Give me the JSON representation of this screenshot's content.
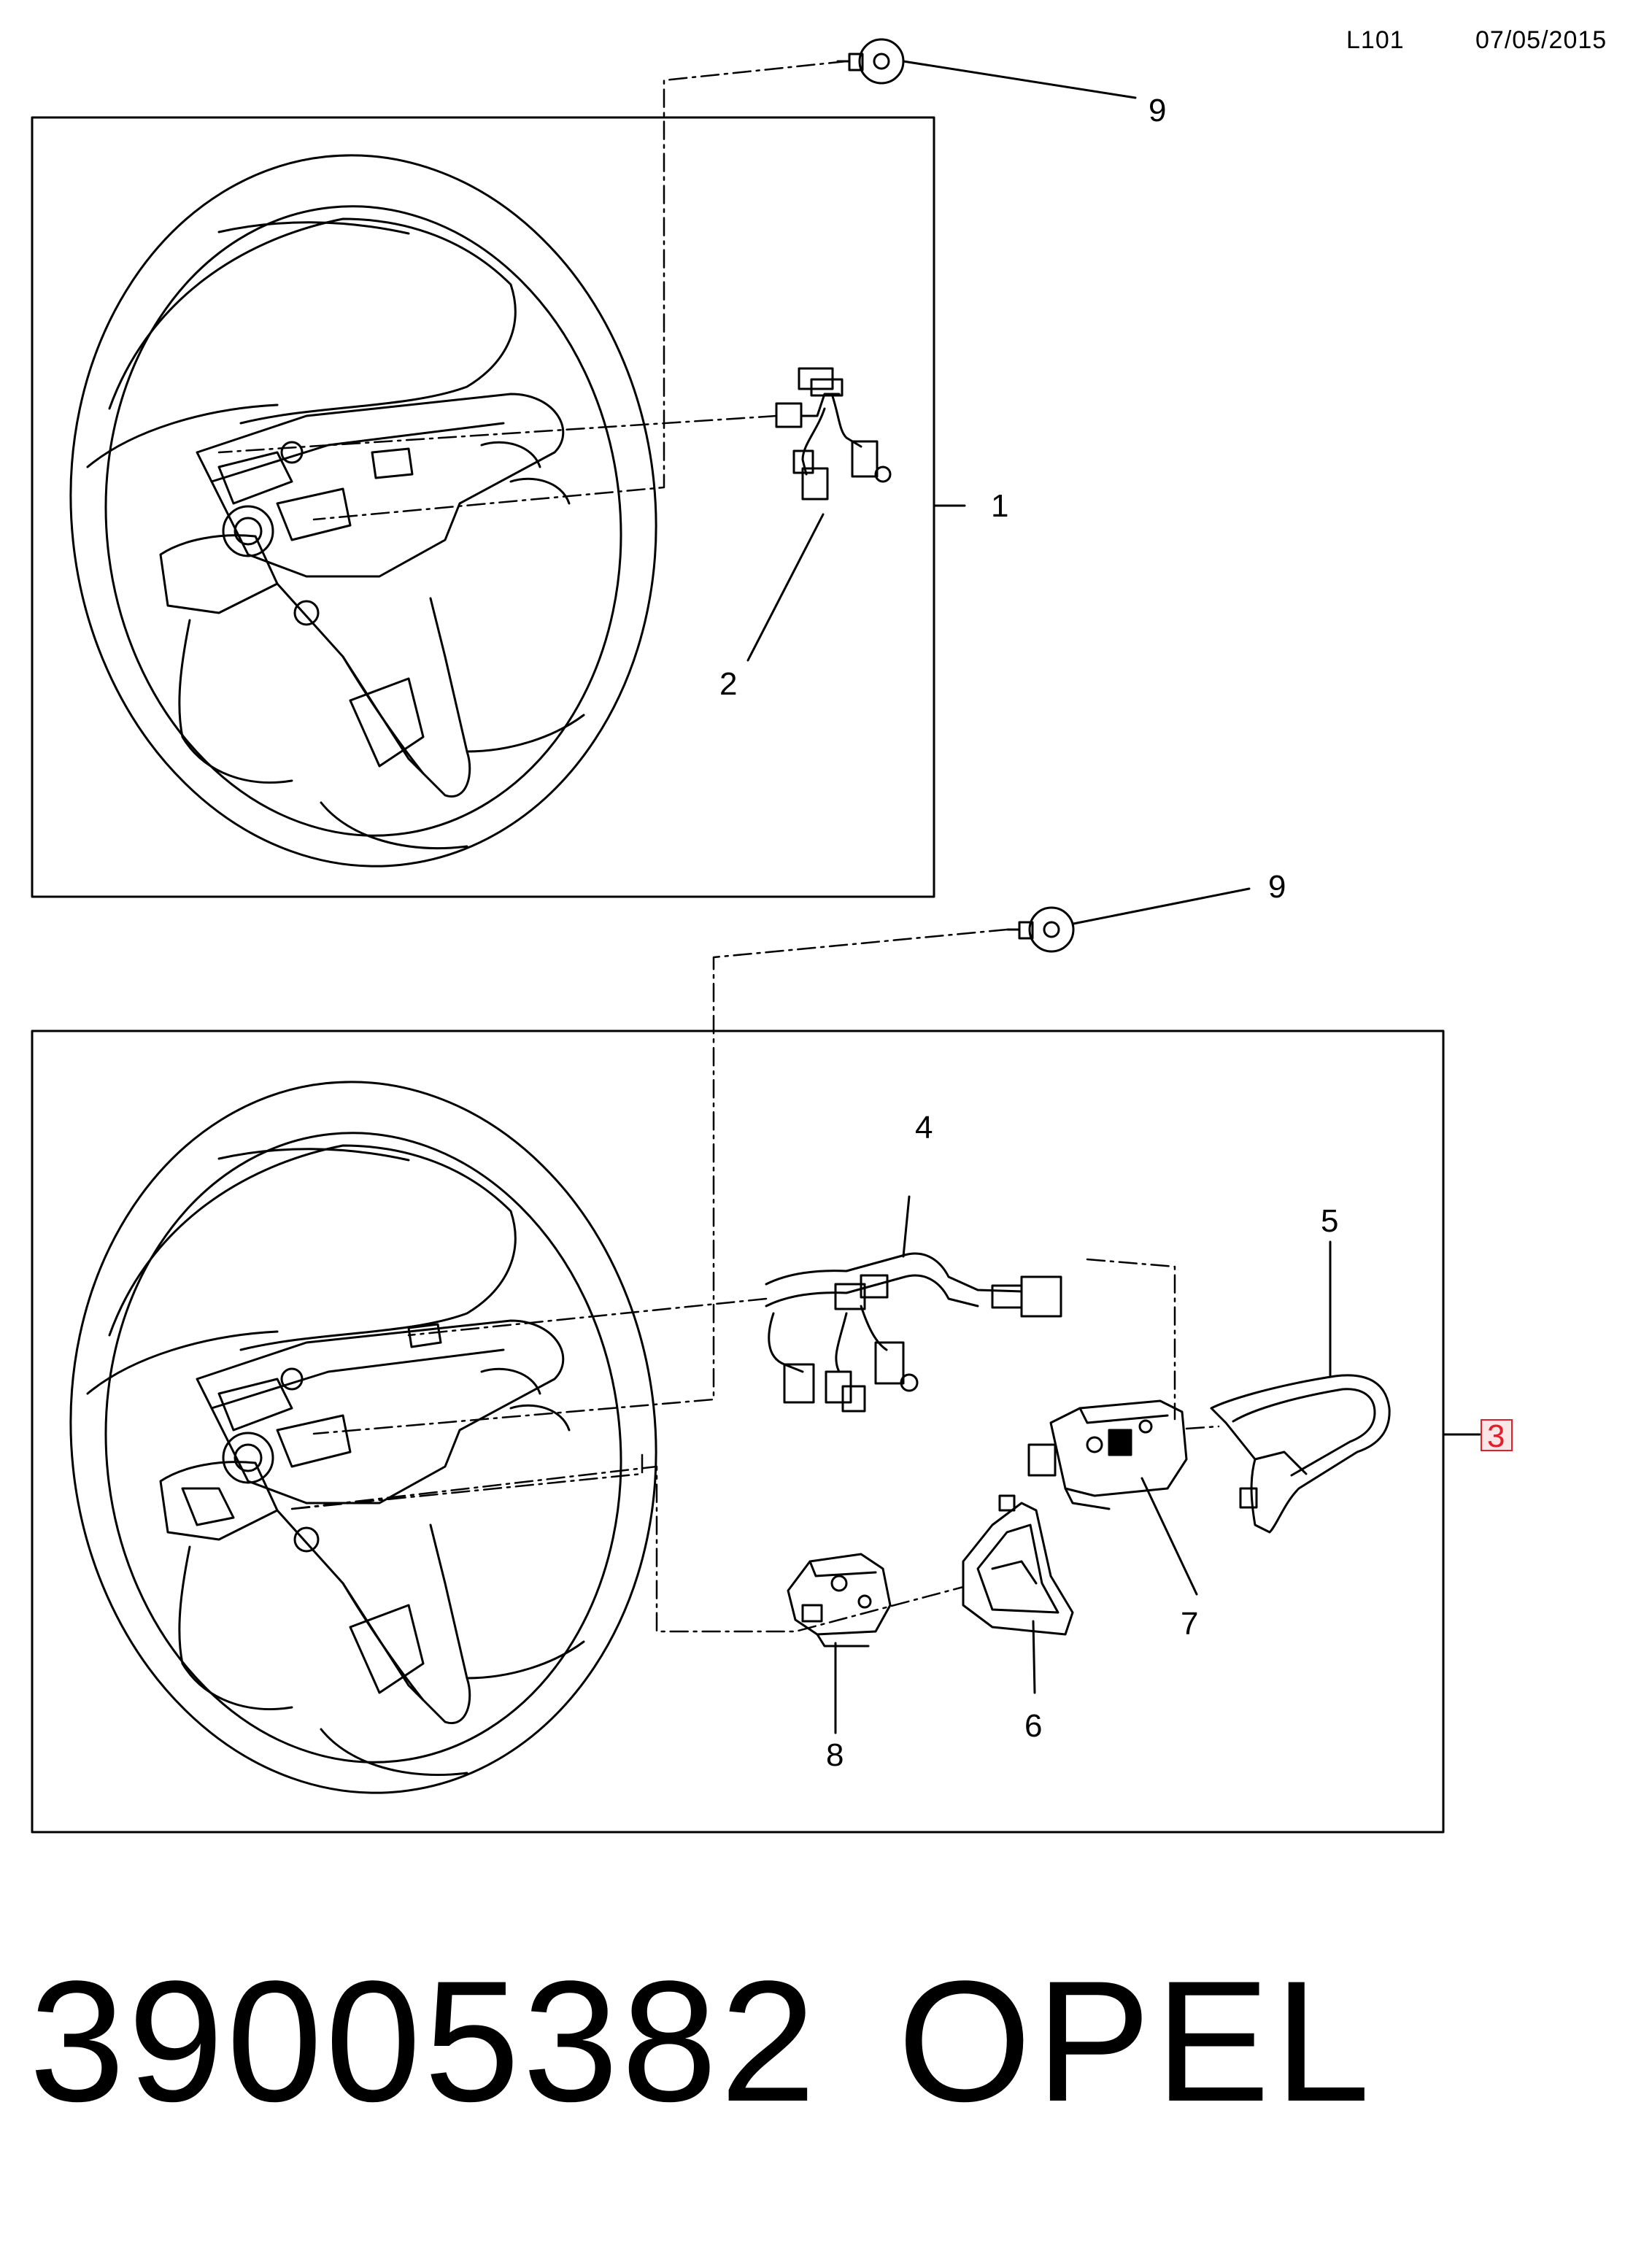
{
  "header": {
    "code": "L101",
    "date": "07/05/2015"
  },
  "callouts": {
    "c1": "1",
    "c2": "2",
    "c3": "3",
    "c4": "4",
    "c5": "5",
    "c6": "6",
    "c7": "7",
    "c8": "8",
    "c9_top": "9",
    "c9_mid": "9"
  },
  "footer": {
    "part_number": "39005382",
    "brand": "OPEL"
  },
  "colors": {
    "line": "#000000",
    "highlight_box": "#e0202a",
    "highlight_fill": "#fbe6e7"
  }
}
